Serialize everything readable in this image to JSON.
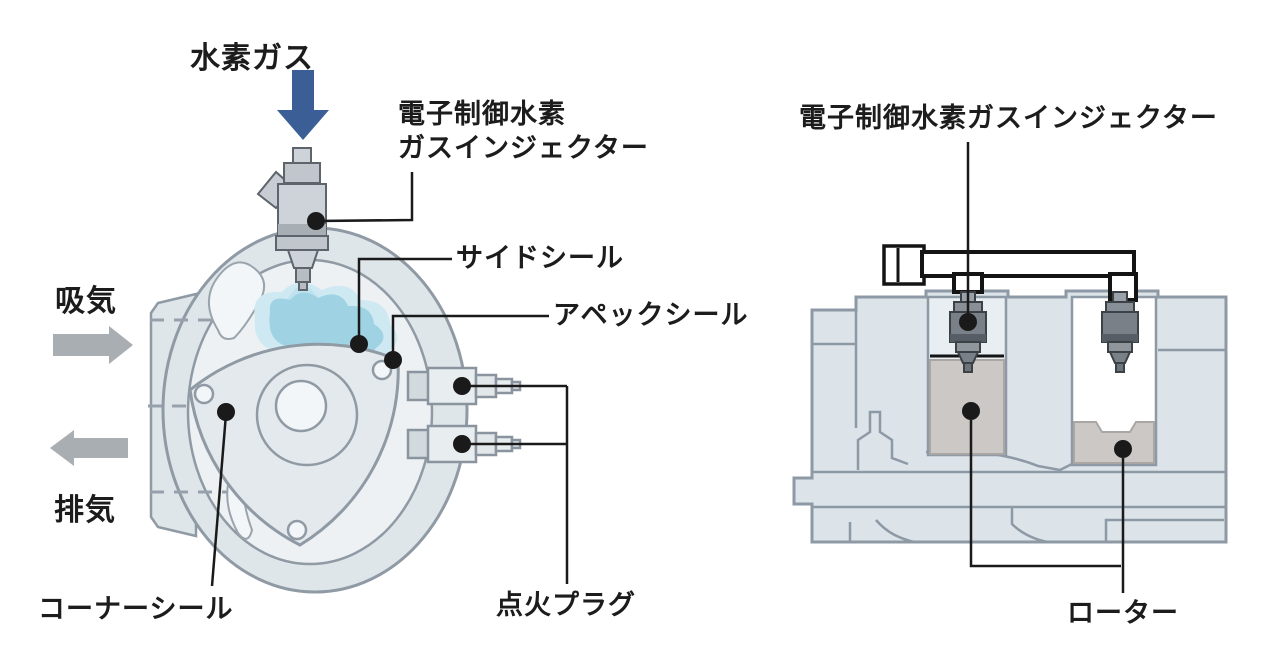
{
  "left_diagram": {
    "labels": {
      "hydrogen_gas": "水素ガス",
      "injector_line1": "電子制御水素",
      "injector_line2": "ガスインジェクター",
      "side_seal": "サイドシール",
      "apex_seal": "アペックシール",
      "intake": "吸気",
      "exhaust": "排気",
      "corner_seal": "コーナーシール",
      "spark_plug": "点火プラグ"
    }
  },
  "right_diagram": {
    "labels": {
      "injector": "電子制御水素ガスインジェクター",
      "rotor": "ローター"
    }
  },
  "colors": {
    "housing_fill": "#dfe6ea",
    "bore_fill": "#edf1f4",
    "outline": "#8f9aa4",
    "rotor_right_fill": "#cbc8c5",
    "gas_core": "#9fd3e4",
    "gas_halo": "#cfe9f2",
    "arrow_blue": "#3a5e95",
    "arrow_gray": "#a9aeb3",
    "leader": "#1a1a1a",
    "rail_outline": "#141414"
  }
}
